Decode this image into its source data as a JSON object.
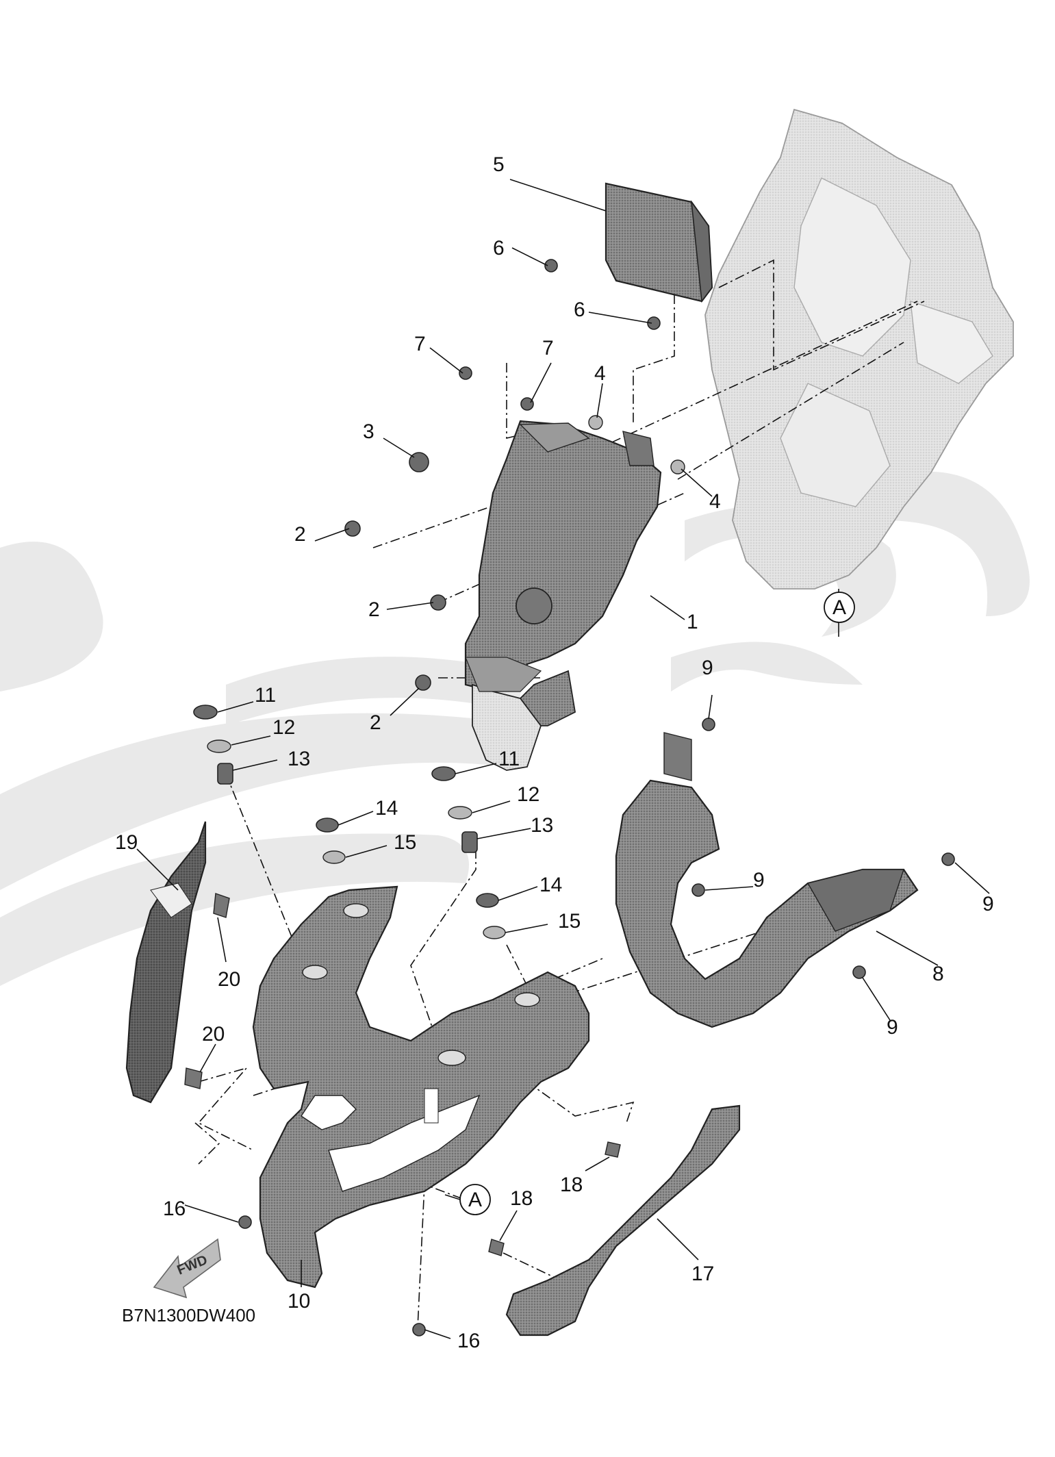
{
  "callouts": {
    "c1": "1",
    "c2a": "2",
    "c2b": "2",
    "c2c": "2",
    "c3": "3",
    "c4a": "4",
    "c4b": "4",
    "c5": "5",
    "c6a": "6",
    "c6b": "6",
    "c7a": "7",
    "c7b": "7",
    "c8": "8",
    "c9a": "9",
    "c9b": "9",
    "c9c": "9",
    "c9d": "9",
    "c10": "10",
    "c11a": "11",
    "c11b": "11",
    "c12a": "12",
    "c12b": "12",
    "c13a": "13",
    "c13b": "13",
    "c14a": "14",
    "c14b": "14",
    "c15a": "15",
    "c15b": "15",
    "c16a": "16",
    "c16b": "16",
    "c17": "17",
    "c18a": "18",
    "c18b": "18",
    "c19": "19",
    "c20a": "20",
    "c20b": "20"
  },
  "refs": {
    "a1": "A",
    "a2": "A"
  },
  "fwd_label": "FWD",
  "diagram_code": "B7N1300DW400",
  "colors": {
    "part_dark": "#5e5e5e",
    "part_mid": "#8a8a8a",
    "part_light": "#c4c4c4",
    "frame": "#d9d9d9",
    "watermark": "#e7e7e7"
  }
}
